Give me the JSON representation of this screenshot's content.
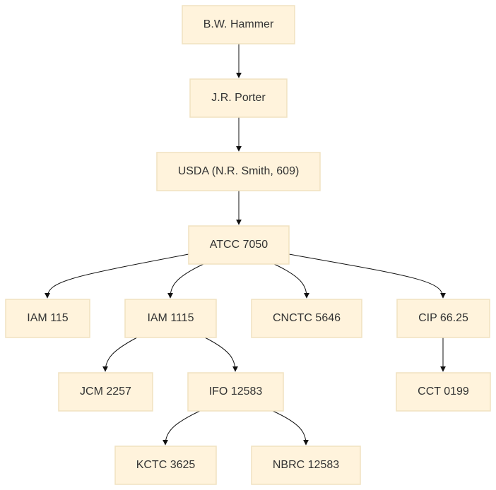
{
  "nodes": {
    "bw_hammer": "B.W. Hammer",
    "jr_porter": "J.R. Porter",
    "usda": "USDA (N.R. Smith, 609)",
    "atcc_7050": "ATCC 7050",
    "iam_115": "IAM 115",
    "iam_1115": "IAM 1115",
    "cnctc_5646": "CNCTC 5646",
    "cip_6625": "CIP 66.25",
    "jcm_2257": "JCM 2257",
    "ifo_12583": "IFO 12583",
    "cct_0199": "CCT 0199",
    "kctc_3625": "KCTC 3625",
    "nbrc_12583": "NBRC 12583"
  },
  "edges": [
    [
      "bw_hammer",
      "jr_porter"
    ],
    [
      "jr_porter",
      "usda"
    ],
    [
      "usda",
      "atcc_7050"
    ],
    [
      "atcc_7050",
      "iam_115"
    ],
    [
      "atcc_7050",
      "iam_1115"
    ],
    [
      "atcc_7050",
      "cnctc_5646"
    ],
    [
      "atcc_7050",
      "cip_6625"
    ],
    [
      "iam_1115",
      "jcm_2257"
    ],
    [
      "iam_1115",
      "ifo_12583"
    ],
    [
      "cip_6625",
      "cct_0199"
    ],
    [
      "ifo_12583",
      "kctc_3625"
    ],
    [
      "ifo_12583",
      "nbrc_12583"
    ]
  ]
}
